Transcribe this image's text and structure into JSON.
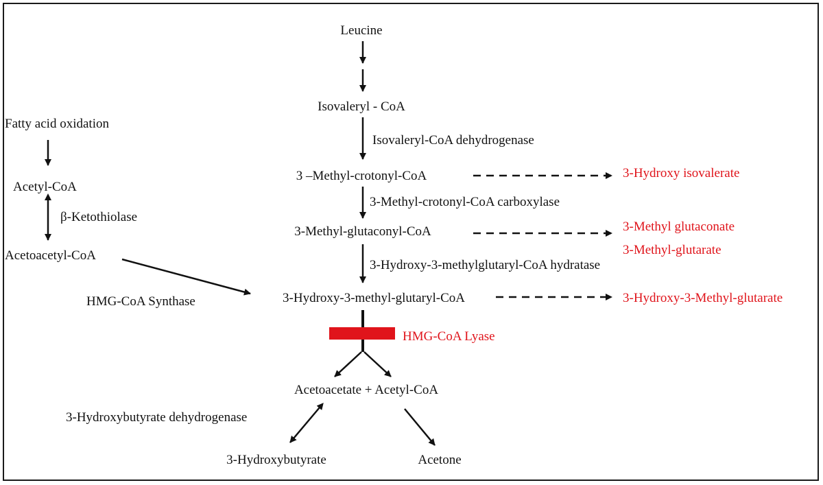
{
  "colors": {
    "text": "#111111",
    "highlight": "#e0141b",
    "arrow": "#111111",
    "border": "#1a1a1a"
  },
  "nodes": {
    "leucine": "Leucine",
    "isovaleryl_coa": "Isovaleryl - CoA",
    "methylcrotonyl_coa": "3 –Methyl-crotonyl-CoA",
    "methylglutaconyl_coa": "3-Methyl-glutaconyl-CoA",
    "hmg_coa": "3-Hydroxy-3-methyl-glutaryl-CoA",
    "acetoacetate_acetylcoa": "Acetoacetate + Acetyl-CoA",
    "hydroxybutyrate": "3-Hydroxybutyrate",
    "acetone": "Acetone",
    "fatty_acid_oxidation": "Fatty acid oxidation",
    "acetyl_coa": "Acetyl-CoA",
    "acetoacetyl_coa": "Acetoacetyl-CoA"
  },
  "enzymes": {
    "isovaleryl_dh": "Isovaleryl-CoA dehydrogenase",
    "mcc": "3-Methyl-crotonyl-CoA carboxylase",
    "hydratase": "3-Hydroxy-3-methylglutaryl-CoA hydratase",
    "ketothiolase": "β-Ketothiolase",
    "hmg_synthase": "HMG-CoA Synthase",
    "hmg_lyase": "HMG-CoA Lyase",
    "hbdh": "3-Hydroxybutyrate dehydrogenase"
  },
  "byproducts": {
    "hydroxy_isovalerate": "3-Hydroxy isovalerate",
    "methyl_glutaconate": "3-Methyl glutaconate",
    "methyl_glutarate": "3-Methyl-glutarate",
    "hmg_acid": "3-Hydroxy-3-Methyl-glutarate"
  }
}
